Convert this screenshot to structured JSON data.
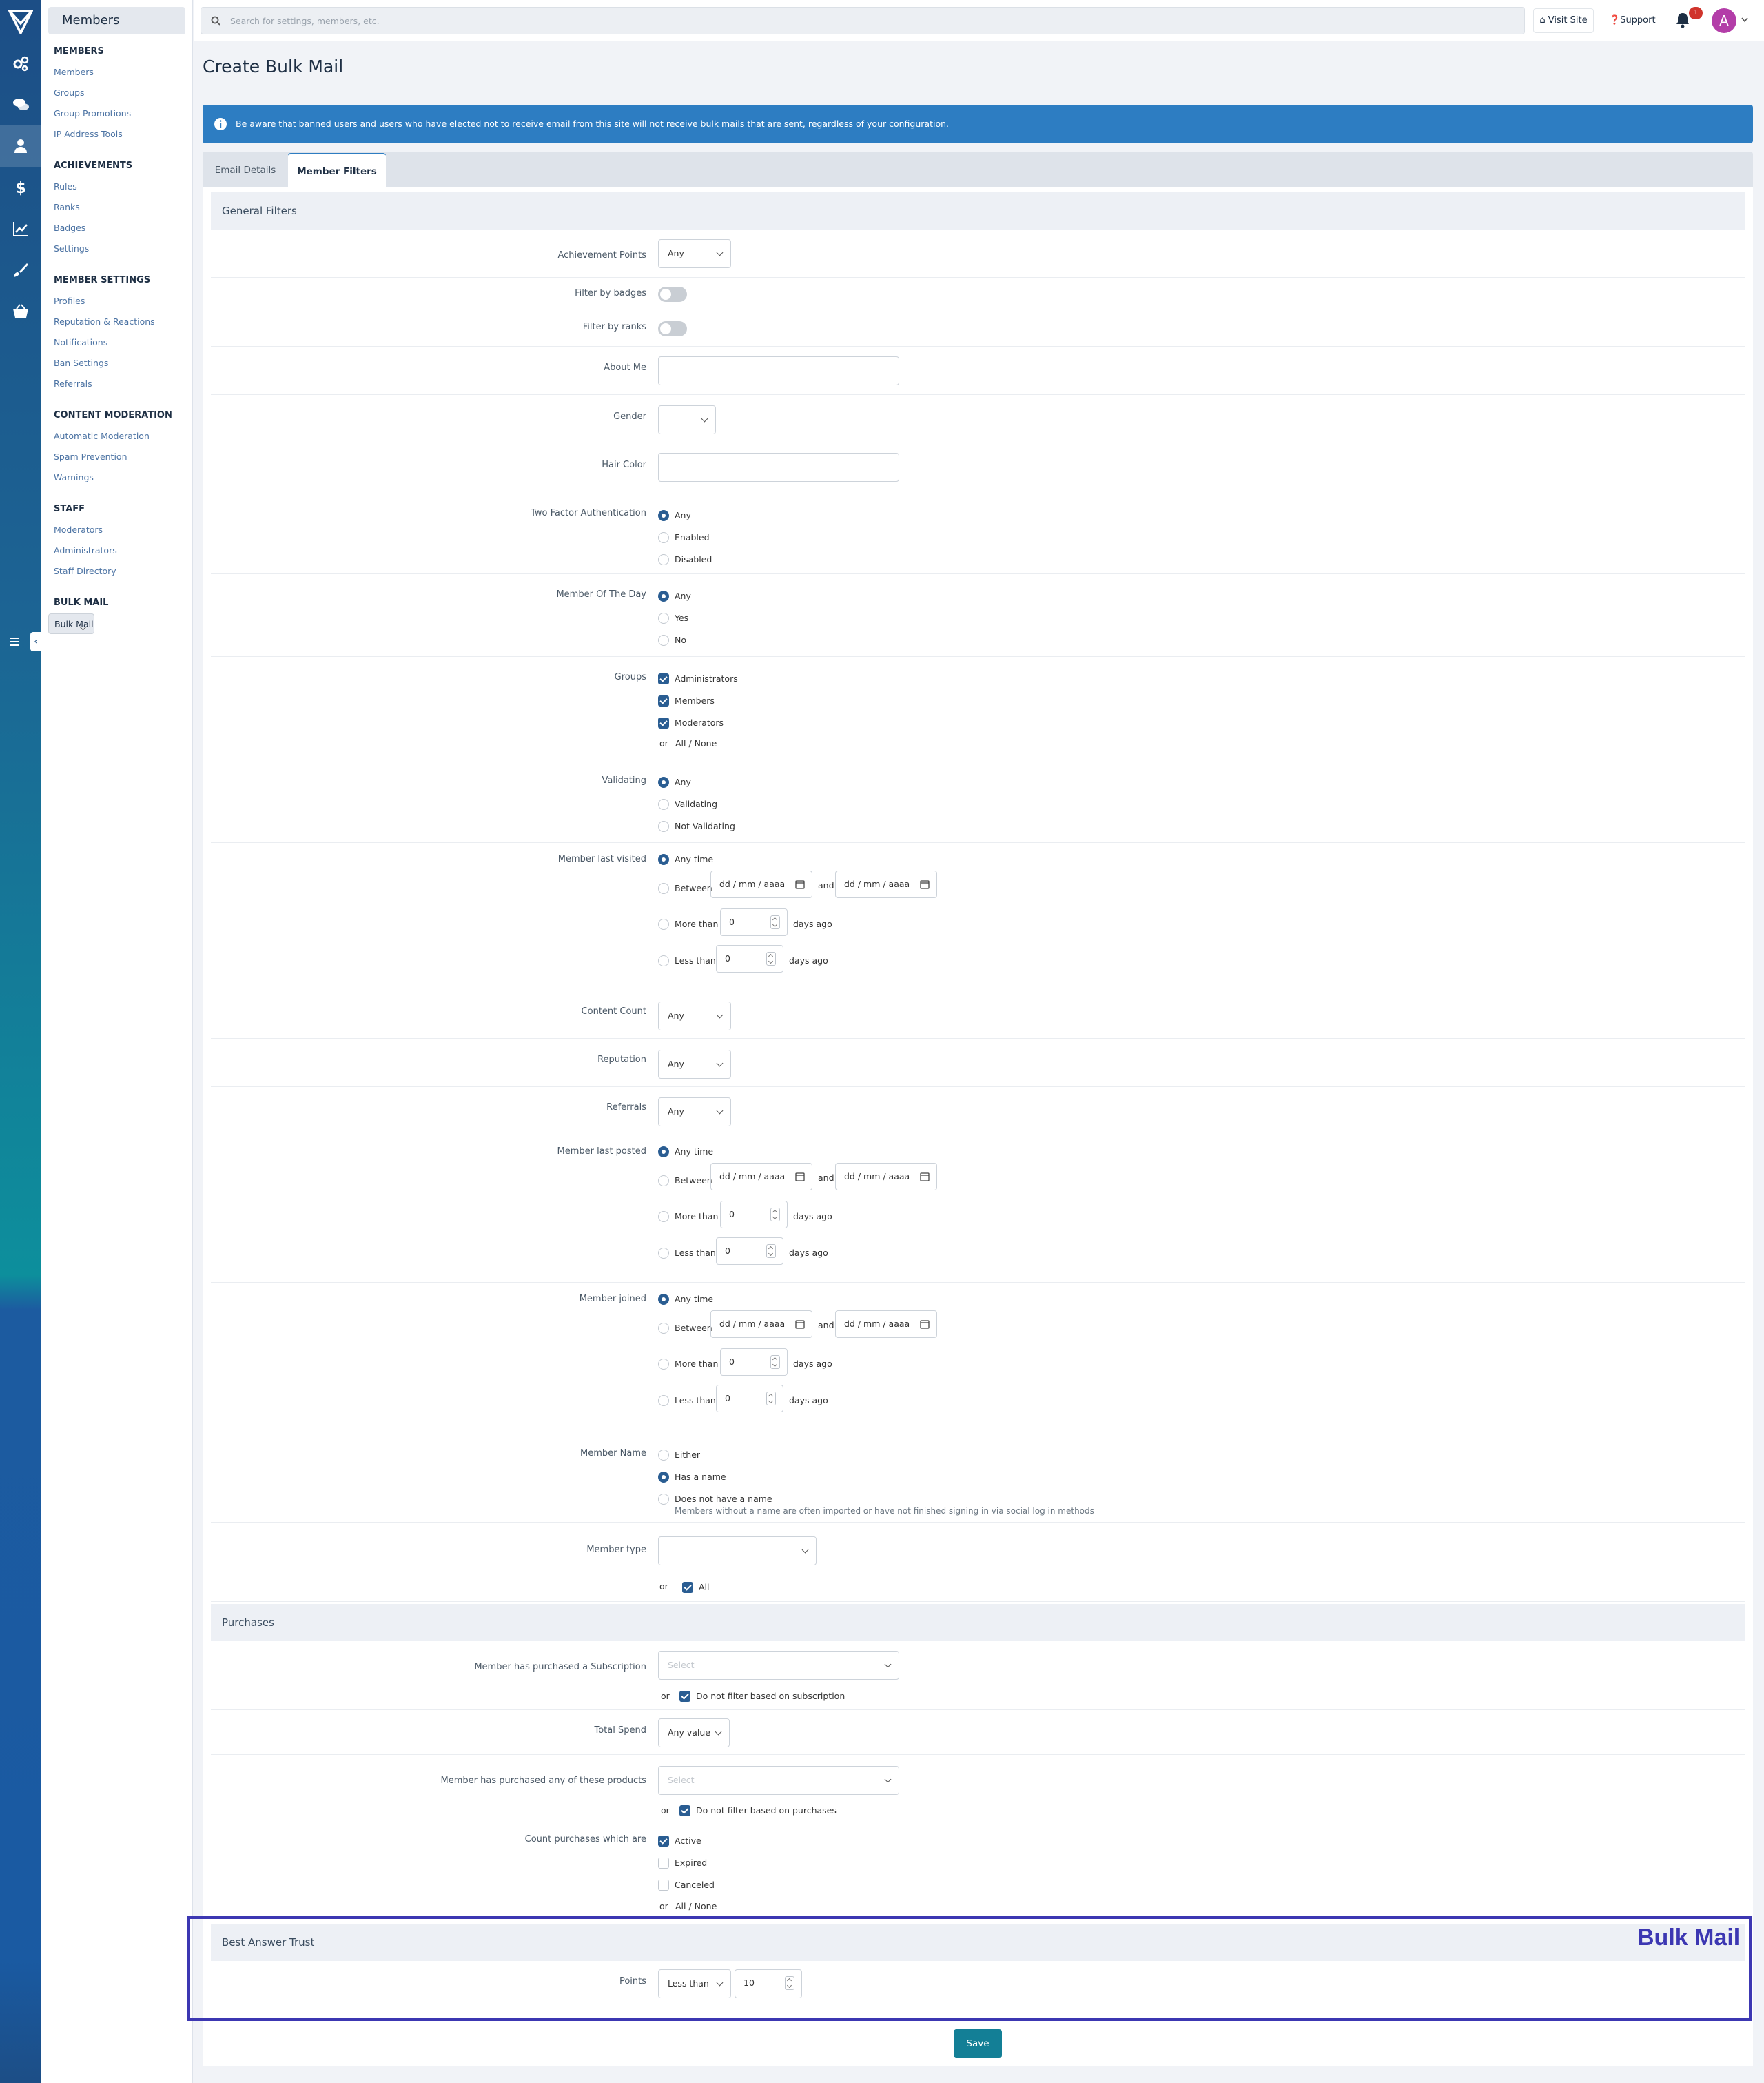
{
  "rail": {
    "icons": [
      "logo-icon",
      "settings-icon",
      "chat-icon",
      "user-icon",
      "dollar-icon",
      "chart-icon",
      "brush-icon",
      "basket-icon",
      "menu-icon"
    ]
  },
  "sidebar": {
    "header": "Members",
    "groups": [
      {
        "title": "MEMBERS",
        "items": [
          "Members",
          "Groups",
          "Group Promotions",
          "IP Address Tools"
        ]
      },
      {
        "title": "ACHIEVEMENTS",
        "items": [
          "Rules",
          "Ranks",
          "Badges",
          "Settings"
        ]
      },
      {
        "title": "MEMBER SETTINGS",
        "items": [
          "Profiles",
          "Reputation & Reactions",
          "Notifications",
          "Ban Settings",
          "Referrals"
        ]
      },
      {
        "title": "CONTENT MODERATION",
        "items": [
          "Automatic Moderation",
          "Spam Prevention",
          "Warnings"
        ]
      },
      {
        "title": "STAFF",
        "items": [
          "Moderators",
          "Administrators",
          "Staff Directory"
        ]
      },
      {
        "title": "BULK MAIL",
        "items": [
          "Bulk Mail"
        ]
      }
    ]
  },
  "topbar": {
    "search_placeholder": "Search for settings, members, etc.",
    "visit_site": "Visit Site",
    "support": "Support",
    "notifications_count": "1",
    "avatar_letter": "A"
  },
  "page": {
    "title": "Create Bulk Mail",
    "alert": "Be aware that banned users and users who have elected not to receive email from this site will not receive bulk mails that are sent, regardless of your configuration."
  },
  "tabs": [
    "Email Details",
    "Member Filters"
  ],
  "general": {
    "title": "General Filters",
    "achievement_points": {
      "label": "Achievement Points",
      "value": "Any"
    },
    "filter_badges": "Filter by badges",
    "filter_ranks": "Filter by ranks",
    "about_me": "About Me",
    "gender": "Gender",
    "hair_color": "Hair Color",
    "two_factor": {
      "label": "Two Factor Authentication",
      "options": [
        "Any",
        "Enabled",
        "Disabled"
      ]
    },
    "motd": {
      "label": "Member Of The Day",
      "options": [
        "Any",
        "Yes",
        "No"
      ]
    },
    "groups": {
      "label": "Groups",
      "options": [
        "Administrators",
        "Members",
        "Moderators"
      ],
      "or": "or",
      "all_none": "All / None"
    },
    "validating": {
      "label": "Validating",
      "options": [
        "Any",
        "Validating",
        "Not Validating"
      ]
    },
    "last_visited": {
      "label": "Member last visited"
    },
    "content_count": {
      "label": "Content Count",
      "value": "Any"
    },
    "reputation": {
      "label": "Reputation",
      "value": "Any"
    },
    "referrals": {
      "label": "Referrals",
      "value": "Any"
    },
    "last_posted": {
      "label": "Member last posted"
    },
    "joined": {
      "label": "Member joined"
    },
    "member_name": {
      "label": "Member Name",
      "options": [
        "Either",
        "Has a name",
        "Does not have a name"
      ],
      "help": "Members without a name are often imported or have not finished signing in via social log in methods"
    },
    "member_type": {
      "label": "Member type",
      "or": "or",
      "all": "All"
    }
  },
  "date_filter": {
    "any_time": "Any time",
    "between": "Between",
    "date_placeholder": "dd / mm / aaaa",
    "and": "and",
    "more_than": "More than",
    "less_than": "Less than",
    "days_ago": "days ago",
    "zero": "0"
  },
  "purchases": {
    "title": "Purchases",
    "subscription": {
      "label": "Member has purchased a Subscription",
      "placeholder": "Select",
      "or": "or",
      "dont": "Do not filter based on subscription"
    },
    "total_spend": {
      "label": "Total Spend",
      "value": "Any value"
    },
    "products": {
      "label": "Member has purchased any of these products",
      "placeholder": "Select",
      "or": "or",
      "dont": "Do not filter based on purchases"
    },
    "count": {
      "label": "Count purchases which are",
      "options": [
        "Active",
        "Expired",
        "Canceled"
      ],
      "or": "or",
      "all_none": "All / None"
    }
  },
  "best_answer": {
    "title": "Best Answer Trust",
    "points_label": "Points",
    "operator": "Less than",
    "value": "10"
  },
  "highlight_label": "Bulk Mail",
  "save": "Save",
  "colors": {
    "accent": "#2d7dc2",
    "highlight": "#3c37b2",
    "save": "#137f96",
    "badge": "#d0342c",
    "avatar": "#b33da8"
  }
}
